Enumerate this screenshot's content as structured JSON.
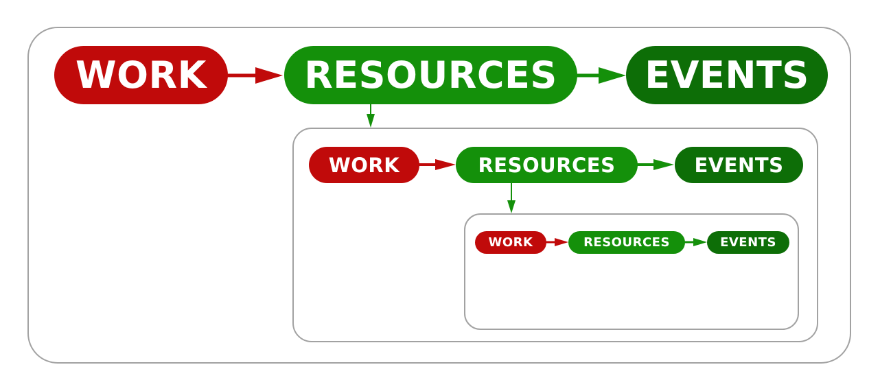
{
  "colors": {
    "work": "#c00a0a",
    "resources": "#14900a",
    "events": "#0d6e07",
    "frame_border": "#a2a2a2",
    "background": "#ffffff"
  },
  "levels": [
    {
      "work": "WORK",
      "resources": "RESOURCES",
      "events": "EVENTS"
    },
    {
      "work": "WORK",
      "resources": "RESOURCES",
      "events": "EVENTS"
    },
    {
      "work": "WORK",
      "resources": "RESOURCES",
      "events": "EVENTS"
    }
  ]
}
